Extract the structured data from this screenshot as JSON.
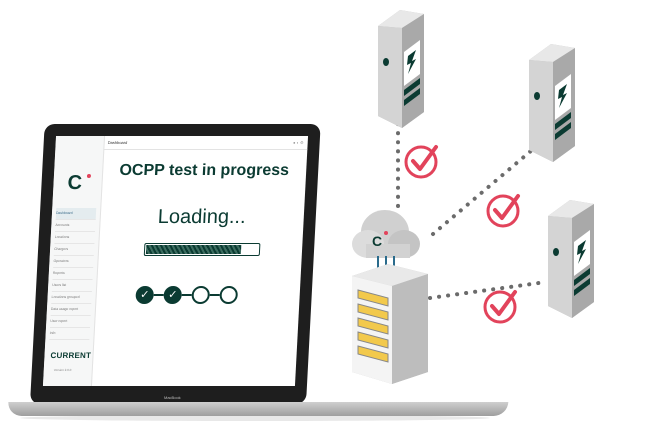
{
  "sidebar": {
    "logo": "C",
    "items": [
      "Dashboard",
      "Accounts",
      "Locations",
      "Chargers",
      "Operators",
      "Reports",
      "Users list",
      "Locations grouped",
      "Data usage report",
      "User report",
      "Info"
    ],
    "brand": "CURRENT",
    "brand_sub": "Version 2.0.0"
  },
  "topbar": {
    "title": "Dashboard",
    "icons": "● ◐ ⚙"
  },
  "main": {
    "title": "OCPP test in progress",
    "loading": "Loading...",
    "progress": 0.85,
    "steps": [
      "✓",
      "✓",
      "",
      ""
    ]
  },
  "laptop": {
    "brand": "MacBook"
  },
  "cloud": {
    "logo": "C"
  },
  "colors": {
    "accent": "#0b3b32",
    "check": "#e2435b",
    "charger_body": "#d6d6d6"
  }
}
